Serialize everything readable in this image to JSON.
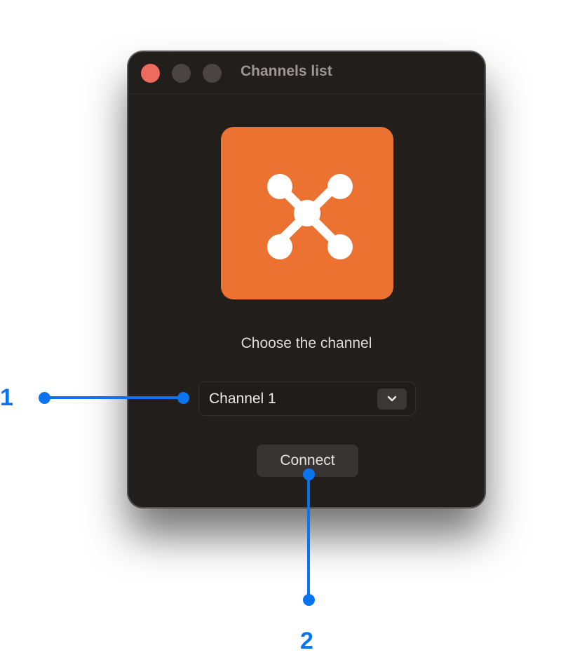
{
  "window": {
    "title": "Channels list",
    "traffic_lights": [
      "close",
      "minimize",
      "zoom"
    ],
    "app_icon": {
      "name": "network-hub-icon",
      "background": "#ec7231"
    },
    "prompt": "Choose the channel",
    "channel_select": {
      "selected": "Channel 1",
      "icon": "chevron-down-icon"
    },
    "connect_label": "Connect"
  },
  "callouts": [
    {
      "number": "1",
      "target": "channel-select"
    },
    {
      "number": "2",
      "target": "connect-button"
    }
  ],
  "colors": {
    "accent": "#0a74f0",
    "window_bg": "#221e1c",
    "icon_bg": "#ec7231",
    "close": "#ed6a5e"
  }
}
